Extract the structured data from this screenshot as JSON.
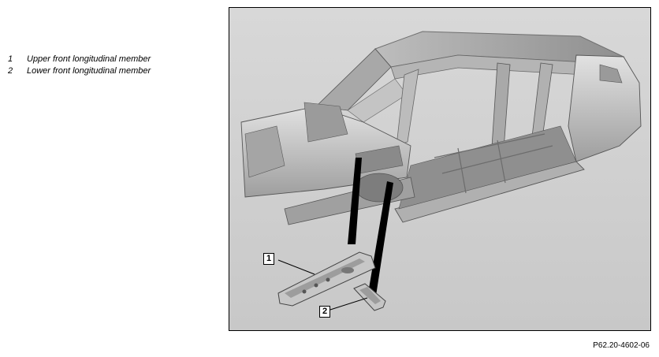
{
  "legend": {
    "items": [
      {
        "number": "1",
        "label": "Upper front longitudinal member"
      },
      {
        "number": "2",
        "label": "Lower front longitudinal member"
      }
    ]
  },
  "figure": {
    "callouts": [
      "1",
      "2"
    ],
    "reference": "P62.20-4602-06"
  }
}
